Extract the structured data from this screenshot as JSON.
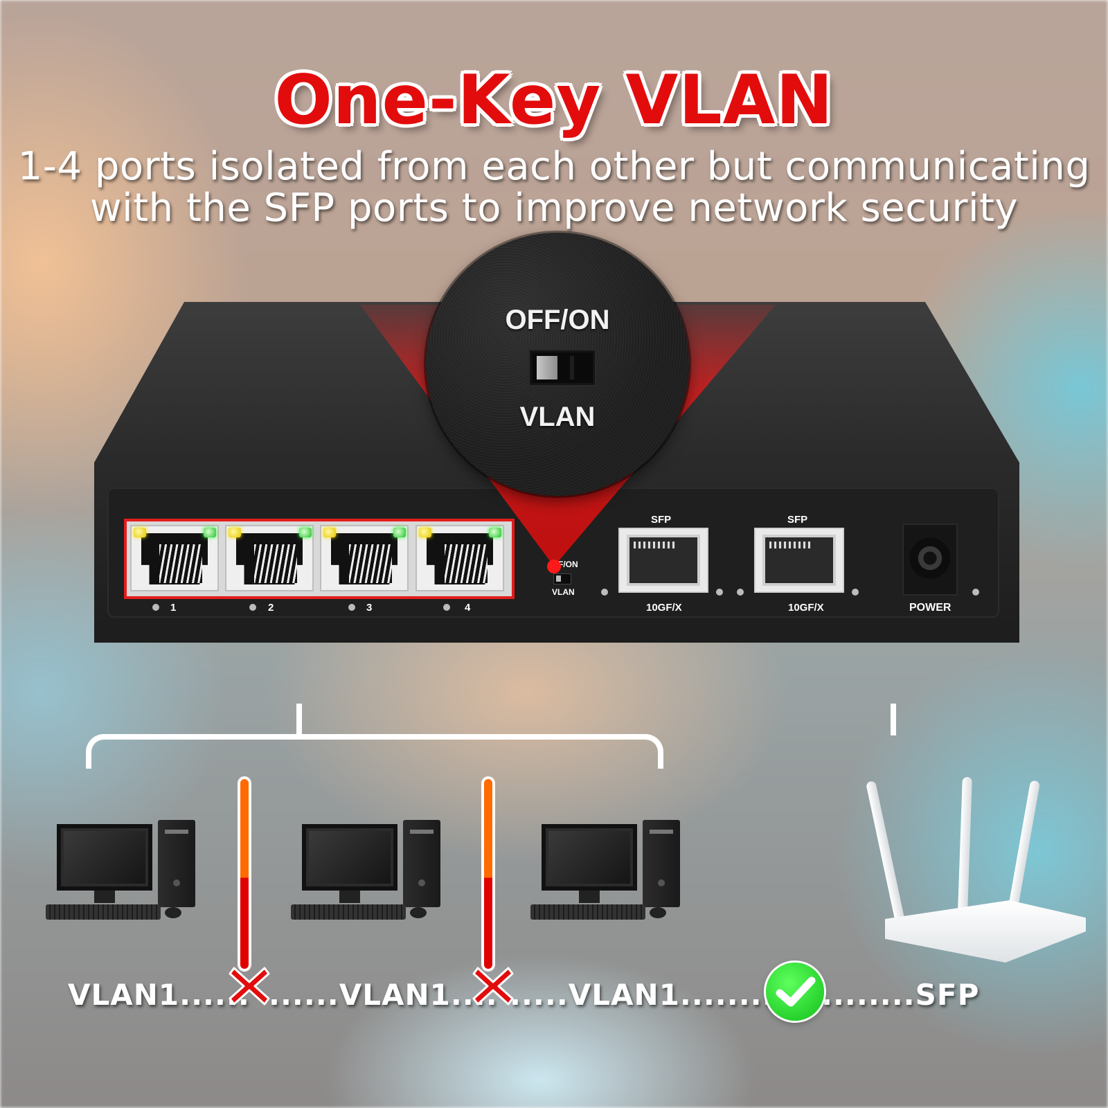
{
  "headline": {
    "title": "One-Key VLAN",
    "subtitle_line1": "1-4 ports isolated from each other but communicating",
    "subtitle_line2": "with the SFP ports to improve network security"
  },
  "magnifier": {
    "top_label": "OFF/ON",
    "bottom_label": "VLAN"
  },
  "switch_panel": {
    "rj45_ports": [
      "1",
      "2",
      "3",
      "4"
    ],
    "vlan_switch_top_label": "F/ON",
    "vlan_switch_bottom_label": "VLAN",
    "sfp_ports": [
      {
        "top": "SFP",
        "bottom": "10GF/X"
      },
      {
        "top": "SFP",
        "bottom": "10GF/X"
      }
    ],
    "power_label": "POWER"
  },
  "diagram": {
    "segments": [
      "VLAN1......",
      "......VLAN1....",
      ".....VLAN1..........",
      "........SFP"
    ],
    "blocked_icon": "x-mark-icon",
    "allowed_icon": "check-mark-icon"
  },
  "colors": {
    "title_red": "#e30c0c",
    "highlight_red": "#e41c1c",
    "barrier_orange": "#ff6b00",
    "barrier_red": "#e00000",
    "check_green": "#12c01a"
  }
}
